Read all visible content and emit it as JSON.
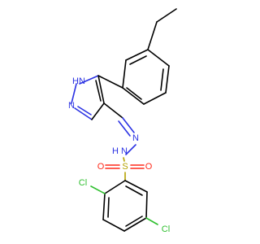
{
  "molecule": {
    "colors": {
      "carbon": "#000000",
      "nitrogen": "#2b32e3",
      "sulfur": "#b5a200",
      "oxygen": "#ff2a1a",
      "chlorine": "#2fbf2f"
    },
    "atoms": {
      "nh": "HN",
      "n_pyrazole": "N",
      "n_hydrazone1": "N",
      "n_hydrazone2": "N",
      "nh_sulfonamide_h": "H",
      "s": "S",
      "o_left": "O",
      "o_right": "O",
      "cl_top": "Cl",
      "cl_bottom": "Cl"
    }
  }
}
